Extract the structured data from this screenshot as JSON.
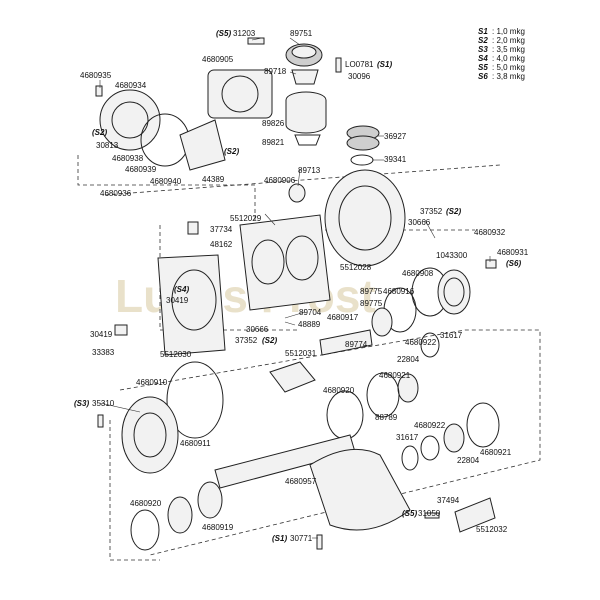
{
  "legend": [
    {
      "key": "S1",
      "value": ": 1,0 mkg"
    },
    {
      "key": "S2",
      "value": ": 2,0 mkg"
    },
    {
      "key": "S3",
      "value": ": 3,5 mkg"
    },
    {
      "key": "S4",
      "value": ": 4,0 mkg"
    },
    {
      "key": "S5",
      "value": ": 5,0 mkg"
    },
    {
      "key": "S6",
      "value": ": 3,8 mkg"
    }
  ],
  "watermark": "Lukas Frost",
  "labels": {
    "l31203": "31203",
    "s5a": "(S5)",
    "l89751": "89751",
    "l4680905": "4680905",
    "l89718": "89718",
    "lLO0781": "LO0781",
    "s1a": "(S1)",
    "l30096": "30096",
    "l4680935": "4680935",
    "l4680934": "4680934",
    "s2a": "(S2)",
    "l30813": "30813",
    "l4680938": "4680938",
    "l4680939": "4680939",
    "l4680940": "4680940",
    "l4680936": "4680936",
    "l44389": "44389",
    "s2b": "(S2)",
    "l89826": "89826",
    "l89821": "89821",
    "l36927": "36927",
    "l39341": "39341",
    "l89713": "89713",
    "l4680906": "4680906",
    "l37352": "37352",
    "s2c": "(S2)",
    "l30666": "30666",
    "l5512029": "5512029",
    "l37734": "37734",
    "l48162": "48162",
    "l1043300": "1043300",
    "l4680932": "4680932",
    "l4680931": "4680931",
    "s6a": "(S6)",
    "l5512028": "5512028",
    "l4680908": "4680908",
    "s4a": "(S4)",
    "l30419": "30419",
    "l4680916": "4680916",
    "l89775a": "89775",
    "l89704": "89704",
    "l48889": "48889",
    "l89775b": "89775",
    "l4680917": "4680917",
    "l30666b": "30666",
    "l37352b": "37352",
    "s2d": "(S2)",
    "l89774": "89774",
    "l4680922a": "4680922",
    "l31617a": "31617",
    "l30419b": "30419",
    "l33383": "33383",
    "l5512030": "5512030",
    "l5512031": "5512031",
    "l22804a": "22804",
    "l4680921a": "4680921",
    "l4680910": "4680910",
    "l4680920a": "4680920",
    "s3a": "(S3)",
    "l35310": "35310",
    "l88789": "88789",
    "l31617b": "31617",
    "l4680922b": "4680922",
    "l4680911": "4680911",
    "l22804b": "22804",
    "l4680921b": "4680921",
    "l4680957": "4680957",
    "l4680920b": "4680920",
    "l4680919": "4680919",
    "l37494": "37494",
    "s5b": "(S5)",
    "l31050": "31050",
    "l5512032": "5512032",
    "s1b": "(S1)",
    "l30771": "30771"
  }
}
